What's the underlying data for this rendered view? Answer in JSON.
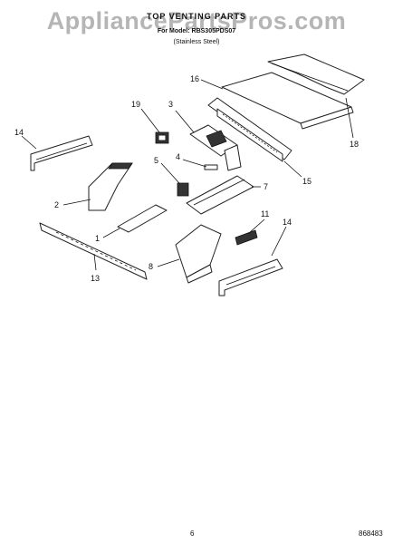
{
  "watermark": "AppliancePartsPros.com",
  "header": {
    "title": "TOP VENTING PARTS",
    "model_line": "For Model: RBS305PDS07",
    "finish": "(Stainless Steel)"
  },
  "callouts": {
    "c1": "1",
    "c2": "2",
    "c3": "3",
    "c4": "4",
    "c5": "5",
    "c7": "7",
    "c8": "8",
    "c11": "11",
    "c13": "13",
    "c14a": "14",
    "c14b": "14",
    "c15": "15",
    "c16": "16",
    "c18": "18",
    "c19": "19"
  },
  "footer": {
    "page_number": "6",
    "doc_number": "868483"
  }
}
